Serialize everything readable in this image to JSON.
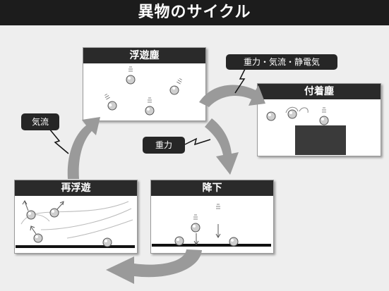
{
  "title": "異物のサイクル",
  "panels": {
    "floating": "浮遊塵",
    "settled": "付着塵",
    "falling": "降下",
    "refloating": "再浮遊"
  },
  "callouts": {
    "settle_cause": "重力・気流・静電気",
    "gravity": "重力",
    "airflow": "気流"
  },
  "colors": {
    "header": "#2a2a2a",
    "arrow": "#9a9a9a",
    "particle": "#cccccc"
  }
}
